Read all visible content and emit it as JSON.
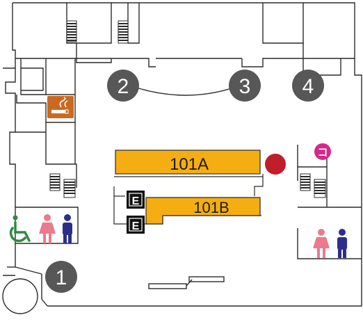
{
  "rooms": [
    {
      "label": "101A"
    },
    {
      "label": "101B"
    }
  ],
  "elevator": {
    "label": "E"
  },
  "markers": [
    "1",
    "2",
    "3",
    "4"
  ],
  "toilet_badge": {
    "label": "コ"
  },
  "icons": [
    "smoking-area-icon",
    "wheelchair-accessible-icon",
    "womens-restroom-icon",
    "mens-restroom-icon",
    "elevator-icon",
    "stairs-icon",
    "current-location-dot-icon"
  ],
  "colors": {
    "room_fill": "#f5ae12",
    "marker_fill": "#575757",
    "restroom_women": "#ec7a8c",
    "restroom_men": "#2c2f8a",
    "accessible": "#2e8a3e",
    "smoking": "#c96a22",
    "current_location": "#c01f2a",
    "badge": "#d6278a",
    "wall": "#2a2a2a"
  }
}
